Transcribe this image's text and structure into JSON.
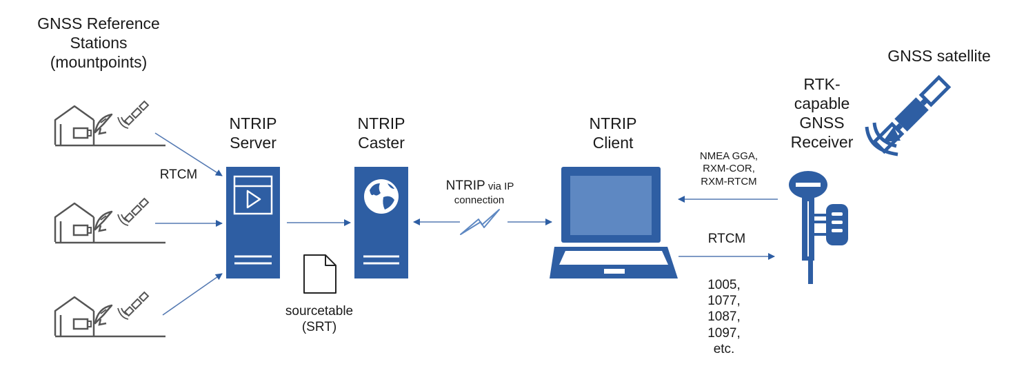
{
  "labels": {
    "stations_title": "GNSS Reference\nStations\n(mountpoints)",
    "server": "NTRIP\nServer",
    "caster": "NTRIP\nCaster",
    "client": "NTRIP\nClient",
    "receiver": "RTK-\ncapable\nGNSS\nReceiver",
    "satellite": "GNSS satellite",
    "rtcm_in": "RTCM",
    "sourcetable": "sourcetable\n(SRT)",
    "ntrip_main": "NTRIP",
    "ntrip_via": " via IP",
    "connection": "connection",
    "receiver_msgs": "NMEA GGA,\nRXM-COR,\nRXM-RTCM",
    "rtcm_out": "RTCM",
    "rtcm_msgs": "1005,\n1077,\n1087,\n1097,\netc."
  },
  "colors": {
    "primary": "#2e5ea3",
    "arrow": "#5479b2",
    "screen": "#5e88c2",
    "outline": "#555555",
    "text": "#1a1a1a"
  },
  "icons": {
    "station": "house-with-dish-icon",
    "server": "server-tower-icon",
    "caster": "globe-server-icon",
    "client": "laptop-icon",
    "receiver": "gnss-receiver-icon",
    "satellite": "satellite-icon",
    "document": "document-icon",
    "link": "lightning-icon"
  }
}
